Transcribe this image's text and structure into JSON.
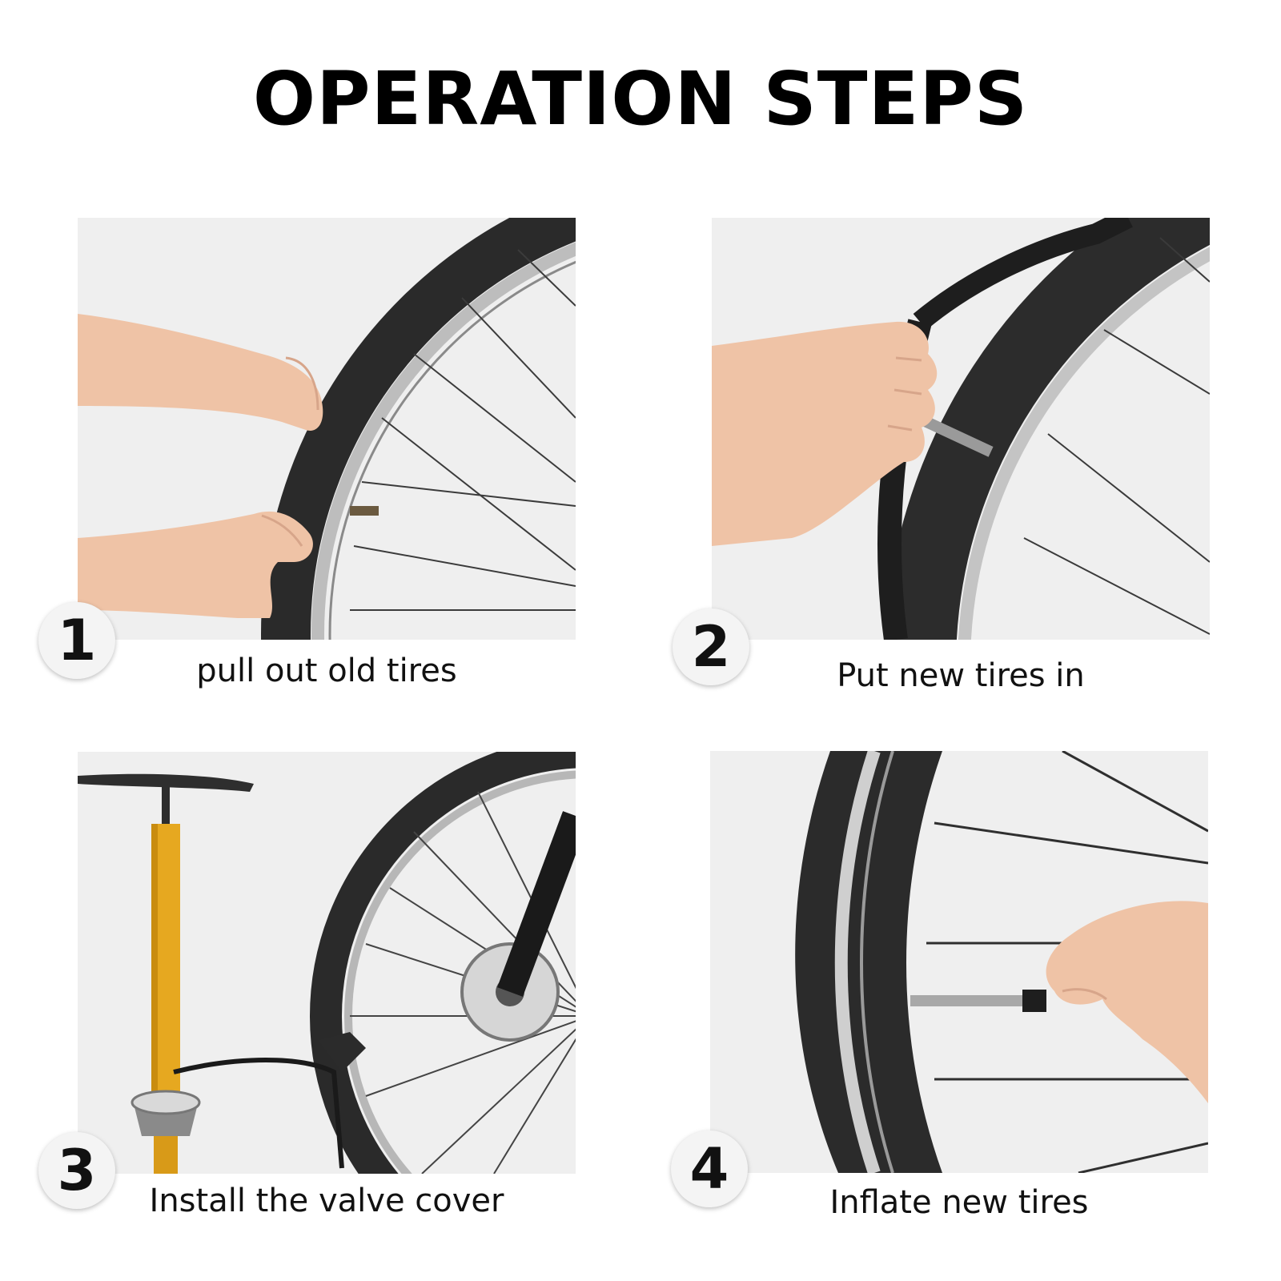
{
  "title": "OPERATION STEPS",
  "steps": [
    {
      "number": "1",
      "caption": "pull out old tires",
      "image_icon": "hands-pulling-tire-icon"
    },
    {
      "number": "2",
      "caption": "Put new tires in",
      "image_icon": "hand-inserting-inner-tube-icon"
    },
    {
      "number": "3",
      "caption": "Install the valve cover",
      "image_icon": "floor-pump-and-wheel-icon"
    },
    {
      "number": "4",
      "caption": "Inflate new tires",
      "image_icon": "hand-on-valve-icon"
    }
  ],
  "colors": {
    "photo_background": "#efefef",
    "tire": "#2a2a2a",
    "rim": "#b9b9b9",
    "skin": "#f0c4a8",
    "pump": "#e6a820"
  }
}
